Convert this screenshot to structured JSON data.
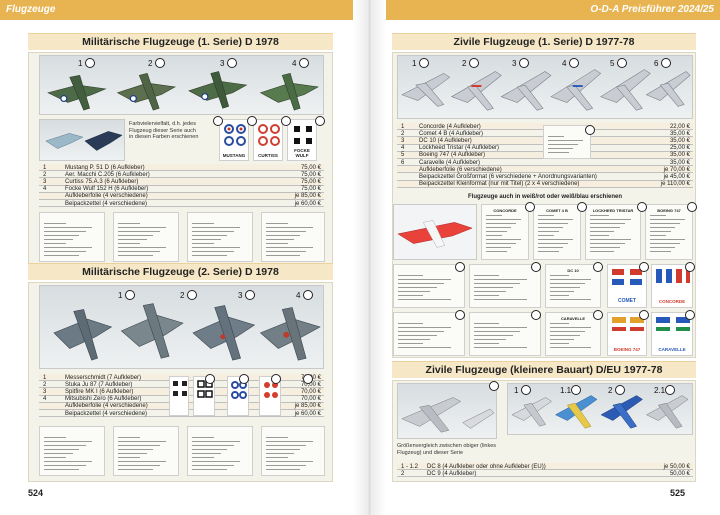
{
  "header": {
    "left": "Flugzeuge",
    "right": "O-D-A Preisführer 2024/25"
  },
  "pages": {
    "left": "524",
    "right": "525"
  },
  "left": {
    "section1": {
      "title": "Militärische Flugzeuge (1. Serie) D 1978",
      "labels": [
        "1",
        "2",
        "3",
        "4"
      ],
      "note": "Farbvielervielfalt, d.h. jedes Flugzeug dieser Serie auch in diesen Farben erschienen",
      "sticker_words": [
        "MUSTANG",
        "CURTISS",
        "FOCKE WULF"
      ],
      "rows": [
        {
          "n": "1",
          "name": "Mustang P. 51 D (6 Aufkleber)",
          "price": "75,00 €"
        },
        {
          "n": "2",
          "name": "Aer. Macchi C.205 (6 Aufkleber)",
          "price": "75,00 €"
        },
        {
          "n": "3",
          "name": "Curtiss 75.A.3 (6 Aufkleber)",
          "price": "75,00 €"
        },
        {
          "n": "4",
          "name": "Focke Wulf 152 H (6 Aufkleber)",
          "price": "75,00 €"
        },
        {
          "n": "",
          "name": "Aufkleberfolie (4 verschiedene)",
          "price": "je 85,00 €"
        },
        {
          "n": "",
          "name": "Beipackzettel (4 verschiedene)",
          "price": "je 60,00 €"
        }
      ]
    },
    "section2": {
      "title": "Militärische Flugzeuge (2. Serie) D 1978",
      "labels": [
        "1",
        "2",
        "3",
        "4"
      ],
      "rows": [
        {
          "n": "1",
          "name": "Messerschmidt (7 Aufkleber)",
          "price": "70,00 €"
        },
        {
          "n": "2",
          "name": "Stuka Ju 87 (7 Aufkleber)",
          "price": "70,00 €"
        },
        {
          "n": "3",
          "name": "Spitfire MK I (6 Aufkleber)",
          "price": "70,00 €"
        },
        {
          "n": "4",
          "name": "Mitsubishi Zero (6 Aufkleber)",
          "price": "70,00 €"
        },
        {
          "n": "",
          "name": "Aufkleberfolie (4 verschiedene)",
          "price": "je 85,00 €"
        },
        {
          "n": "",
          "name": "Beipackzettel (4 verschiedene)",
          "price": "je 60,00 €"
        }
      ]
    }
  },
  "right": {
    "section1": {
      "title": "Zivile Flugzeuge (1. Serie) D 1977-78",
      "labels": [
        "1",
        "2",
        "3",
        "4",
        "5",
        "6"
      ],
      "rows": [
        {
          "n": "1",
          "name": "Concorde (4 Aufkleber)",
          "price": "22,00 €"
        },
        {
          "n": "2",
          "name": "Comet 4 B (4 Aufkleber)",
          "price": "35,00 €"
        },
        {
          "n": "3",
          "name": "DC 10 (4 Aufkleber)",
          "price": "35,00 €"
        },
        {
          "n": "4",
          "name": "Lockheed Tristar (4 Aufkleber)",
          "price": "25,00 €"
        },
        {
          "n": "5",
          "name": "Boeing 747 (4 Aufkleber)",
          "price": "35,00 €"
        },
        {
          "n": "6",
          "name": "Caravelle (4 Aufkleber)",
          "price": "35,00 €"
        },
        {
          "n": "",
          "name": "Aufkleberfolie (6 verschiedene)",
          "price": "je 70,00 €"
        },
        {
          "n": "",
          "name": "Beipackzettel Großformat (6 verschiedene + Anordnungsvarianten)",
          "price": "je 45,00 €"
        },
        {
          "n": "",
          "name": "Beipackzettel Kleinformat (nur mit Titel) (2 x 4 verschiedene)",
          "price": "je 110,00 €"
        }
      ],
      "footnote": "Flugzeuge auch in weiß/rot oder weiß/blau erschienen",
      "doc_titles": [
        "CONCORDE",
        "COMET 4 B",
        "LOCKHEED TRISTAR",
        "BOEING 747",
        "DC 10",
        "CARAVELLE"
      ],
      "sticker_words": [
        "COMET",
        "CONCORDE",
        "BOEING 747",
        "CARAVELLE"
      ]
    },
    "section2": {
      "title": "Zivile Flugzeuge (kleinere Bauart) D/EU 1977-78",
      "labels": [
        "1",
        "1.1",
        "2",
        "2.1"
      ],
      "note": "Größenvergleich zwischen obiger (linkes Flugzeug) und dieser Serie",
      "rows": [
        {
          "n": "1 - 1.2",
          "name": "DC 8 (4 Aufkleber oder ohne Aufkleber (EU))",
          "price": "je 50,00 €"
        },
        {
          "n": "2",
          "name": "DC 9 (4 Aufkleber)",
          "price": "50,00 €"
        }
      ]
    }
  },
  "colors": {
    "accent": "#e7b451",
    "band": "#f6e7c6",
    "panel": "#f4f3ea"
  }
}
